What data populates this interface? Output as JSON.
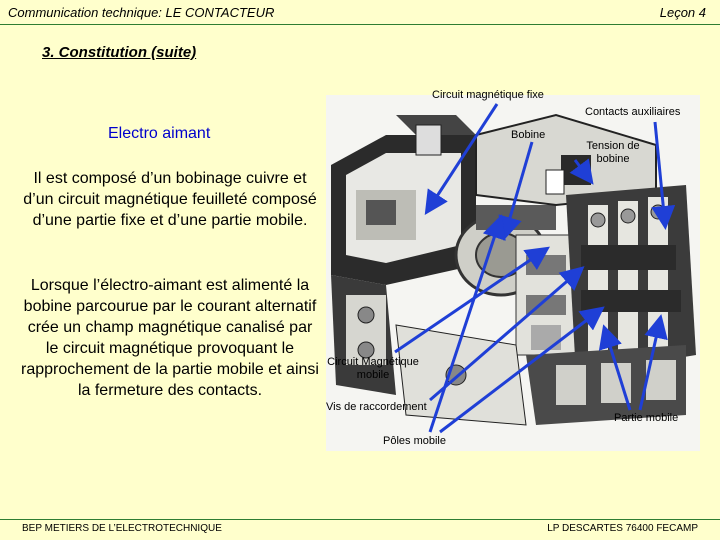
{
  "header": {
    "left": "Communication technique: LE CONTACTEUR",
    "right": "Leçon 4"
  },
  "section_title": "3. Constitution (suite)",
  "subtitle": "Electro aimant",
  "paragraphs": [
    "Il est composé d’un bobinage cuivre et d’un circuit magnétique feuilleté composé d’une partie fixe et d’une partie mobile.",
    "Lorsque l’électro-aimant est alimenté la bobine parcourue par le courant alternatif crée un champ magnétique canalisé par le circuit magnétique provoquant le rapprochement de la partie mobile et ainsi la fermeture des contacts."
  ],
  "labels": {
    "circuit_fixe": "Circuit magnétique fixe",
    "contacts_aux": "Contacts auxiliaires",
    "bobine": "Bobine",
    "tension_bobine": "Tension de bobine",
    "circuit_mobile": "Circuit Magnétique mobile",
    "vis": "Vis de raccordement",
    "partie_mobile": "Partie mobile",
    "poles_mobile": "Pôles mobile"
  },
  "footer": {
    "left": "BEP METIERS DE L’ELECTROTECHNIQUE",
    "right": "LP DESCARTES 76400 FECAMP"
  },
  "colors": {
    "background": "#ffffcc",
    "accent_rule": "#2e7d32",
    "subtitle": "#0000cc",
    "arrows": "#1f3fd6"
  }
}
